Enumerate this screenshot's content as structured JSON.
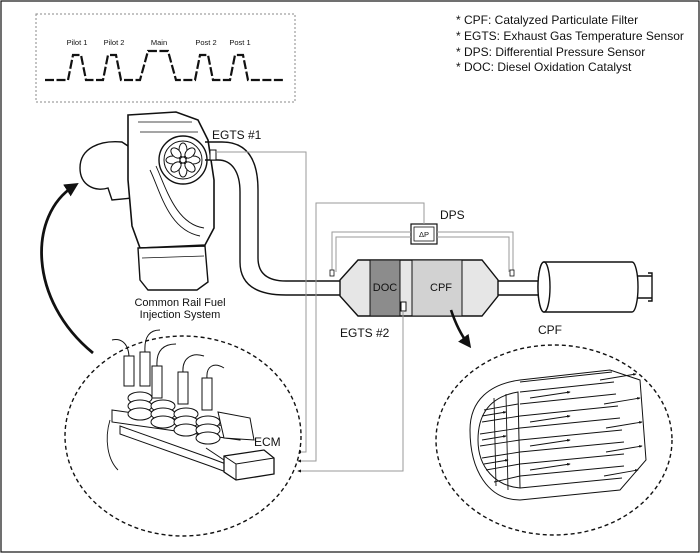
{
  "pulse_labels": [
    "Pilot 1",
    "Pilot 2",
    "Main",
    "Post 2",
    "Post 1"
  ],
  "legend": [
    "* CPF: Catalyzed Particulate Filter",
    "* EGTS: Exhaust Gas Temperature Sensor",
    "* DPS: Differential Pressure Sensor",
    "* DOC: Diesel Oxidation Catalyst"
  ],
  "labels": {
    "egts1": "EGTS #1",
    "egts2": "EGTS #2",
    "dps": "DPS",
    "dps_symbol": "ΔP",
    "doc": "DOC",
    "cpf": "CPF",
    "cpf_detail": "CPF",
    "engine_line1": "Common Rail Fuel",
    "engine_line2": "Injection System",
    "ecm": "ECM"
  },
  "colors": {
    "ink": "#111111",
    "doc_fill": "#8c8c8c",
    "cpf_fill": "#d2d2d2",
    "can_fill": "#e6e6e6",
    "sensor_wire": "#9a9a9a"
  }
}
